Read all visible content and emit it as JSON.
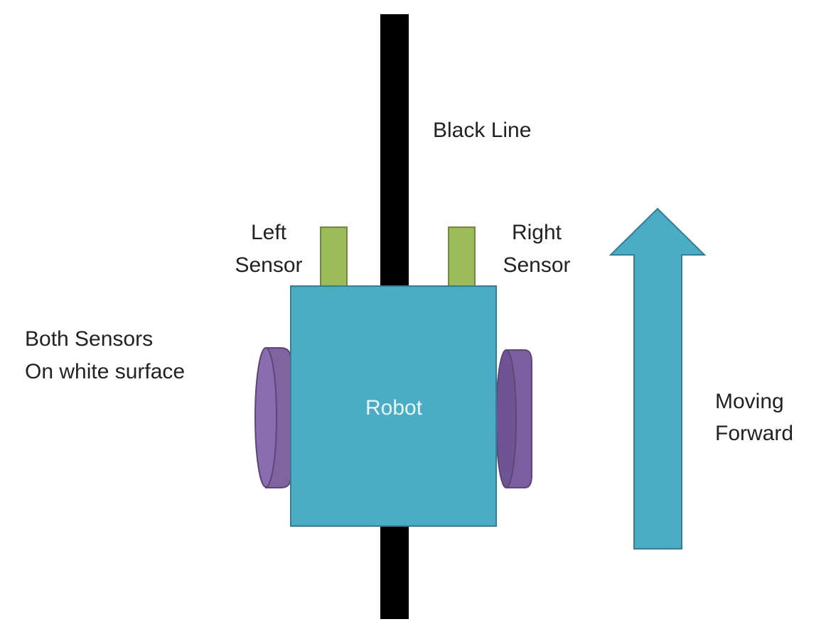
{
  "labels": {
    "black_line": "Black Line",
    "left_sensor": [
      "Left",
      "Sensor"
    ],
    "right_sensor": [
      "Right",
      "Sensor"
    ],
    "status": [
      "Both Sensors",
      "On white surface"
    ],
    "robot": "Robot",
    "direction": [
      "Moving",
      "Forward"
    ]
  },
  "colors": {
    "line": "#000000",
    "robot_body": "#4bacc6",
    "robot_border": "#357d91",
    "sensor": "#9bbb59",
    "sensor_border": "#71893f",
    "wheel": "#8064a2",
    "wheel_border": "#5c4776",
    "arrow": "#4bacc6",
    "arrow_border": "#357d91"
  },
  "icons": {
    "arrow": "up-arrow-icon",
    "wheel": "wheel-icon"
  }
}
